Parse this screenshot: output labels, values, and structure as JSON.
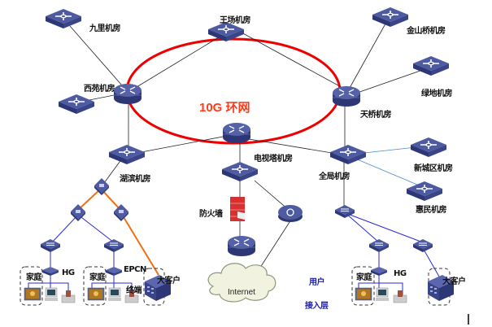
{
  "diagram": {
    "ring_label": "10G 环网",
    "internet_label": "Internet",
    "colors": {
      "ring": "#ee0000",
      "device": "#3f4a8e",
      "device_light": "#5a66b0",
      "orange_link": "#f07010",
      "blue_link": "#2a2ad8",
      "light_blue_link": "#4a8ac8",
      "black_link": "#222222",
      "firewall": "#d83030",
      "cloud": "#f2f2e0",
      "label_blue": "#1a1aa8"
    },
    "nodes": {
      "jiuli": "九里机房",
      "wangchang": "王场机房",
      "jinshanqiao": "金山桥机房",
      "lvdi": "绿地机房",
      "xiyuan": "西苑机房",
      "tianqiao": "天桥机房",
      "dianshita": "电视塔机房",
      "hubin": "湖滨机房",
      "quanju": "全局机房",
      "xinchengqu": "新城区机房",
      "huimin": "惠民机房",
      "firewall": "防火墙"
    },
    "access": {
      "home": "家庭",
      "hg": "HG",
      "epcn": "EPCN",
      "big_customer": "大客户",
      "terminal": "终端",
      "user": "用户",
      "access_layer": "接入层"
    }
  }
}
